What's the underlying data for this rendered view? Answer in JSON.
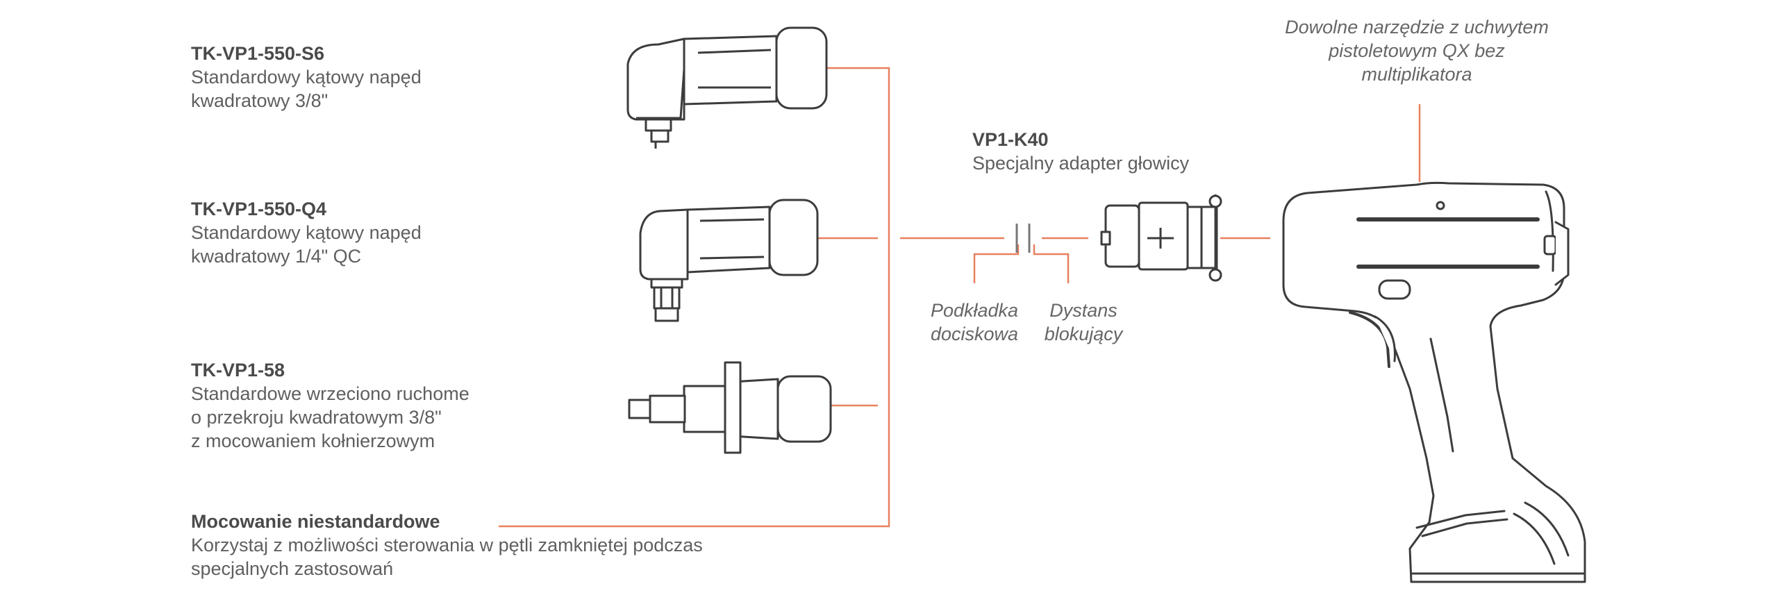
{
  "colors": {
    "connector": "#e8805f",
    "outline": "#3c3c3c",
    "text_dark": "#4a4a4a",
    "text": "#5f5f5f"
  },
  "products": [
    {
      "code": "TK-VP1-550-S6",
      "lines": [
        "Standardowy kątowy napęd",
        "kwadratowy 3/8\""
      ]
    },
    {
      "code": "TK-VP1-550-Q4",
      "lines": [
        "Standardowy kątowy napęd",
        "kwadratowy 1/4\" QC"
      ]
    },
    {
      "code": "TK-VP1-58",
      "lines": [
        "Standardowe wrzeciono ruchome",
        "o przekroju kwadratowym 3/8\"",
        "z mocowaniem kołnierzowym"
      ]
    },
    {
      "code": "Mocowanie niestandardowe",
      "lines": [
        "Korzystaj z możliwości sterowania w pętli zamkniętej podczas",
        "specjalnych zastosowań"
      ]
    }
  ],
  "adapter": {
    "code": "VP1-K40",
    "desc": "Specjalny adapter głowicy"
  },
  "washer": {
    "lines": [
      "Podkładka",
      "dociskowa"
    ]
  },
  "spacer": {
    "lines": [
      "Dystans",
      "blokujący"
    ]
  },
  "tool": {
    "lines": [
      "Dowolne narzędzie z uchwytem",
      "pistoletowym QX bez",
      "multiplikatora"
    ]
  },
  "icons": {
    "head_s6": "angle-head-s6-icon",
    "head_q4": "angle-head-q4-icon",
    "spindle": "flange-spindle-icon",
    "adapter": "head-adapter-icon",
    "tool": "pistol-grip-tool-icon"
  }
}
